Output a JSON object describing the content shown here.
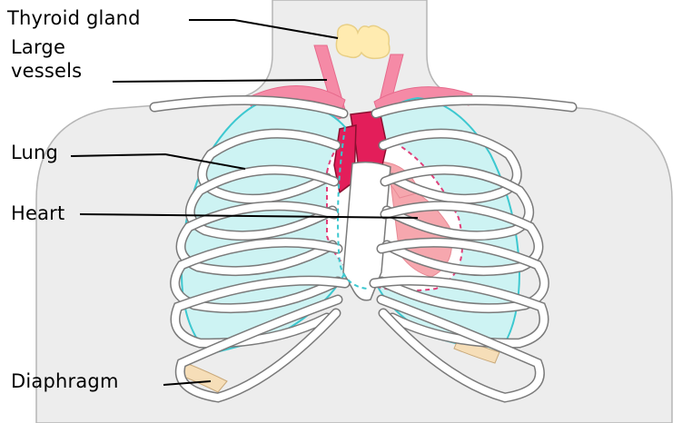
{
  "labels": {
    "thyroid": "Thyroid gland",
    "large": "Large",
    "vessels": "vessels",
    "lung": "Lung",
    "heart": "Heart",
    "diaphragm": "Diaphragm"
  },
  "colors": {
    "body": "#ededed",
    "body_outline": "#b5b5b5",
    "lung": "#cdf3f3",
    "lung_outline": "#3cc8d0",
    "rib": "#ffffff",
    "rib_outline": "#7a7a7a",
    "heart_fill": "#f6a7ae",
    "heart_outline": "#e0407a",
    "vessel": "#f47b9c",
    "vessel_dark": "#e31e5a",
    "thyroid": "#ffebb0",
    "diaphragm": "#f6deb8",
    "leader": "#000000"
  }
}
